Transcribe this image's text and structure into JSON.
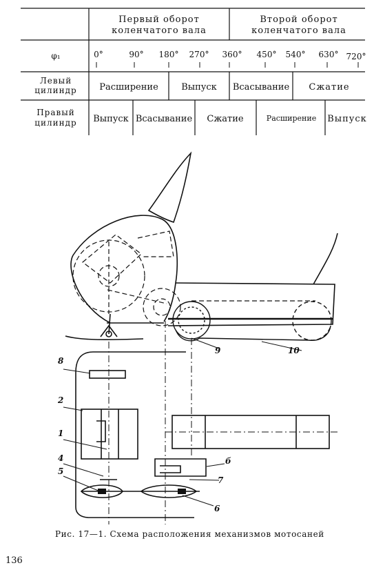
{
  "table": {
    "header_first": [
      "Первый оборот",
      "коленчатого вала"
    ],
    "header_second": [
      "Второй оборот",
      "коленчатого вала"
    ],
    "phi_label": "φ₁",
    "angles": [
      "0°",
      "90°",
      "180°",
      "270°",
      "360°",
      "450°",
      "540°",
      "630°",
      "720°"
    ],
    "left_label": [
      "Левый",
      "цилиндр"
    ],
    "right_label": [
      "Правый",
      "цилиндр"
    ],
    "left_phases": [
      "Расширение",
      "Выпуск",
      "Всасывание",
      "Сжатие"
    ],
    "right_phases": [
      "Выпуск",
      "Всасывание",
      "Сжатие",
      "Расширение",
      "Выпуск"
    ]
  },
  "figure": {
    "labels": [
      "8",
      "2",
      "1",
      "4",
      "5",
      "9",
      "10",
      "б",
      "7",
      "6"
    ]
  },
  "caption": "Рис. 17—1. Схема расположения механизмов мотосаней",
  "page_number": "136"
}
